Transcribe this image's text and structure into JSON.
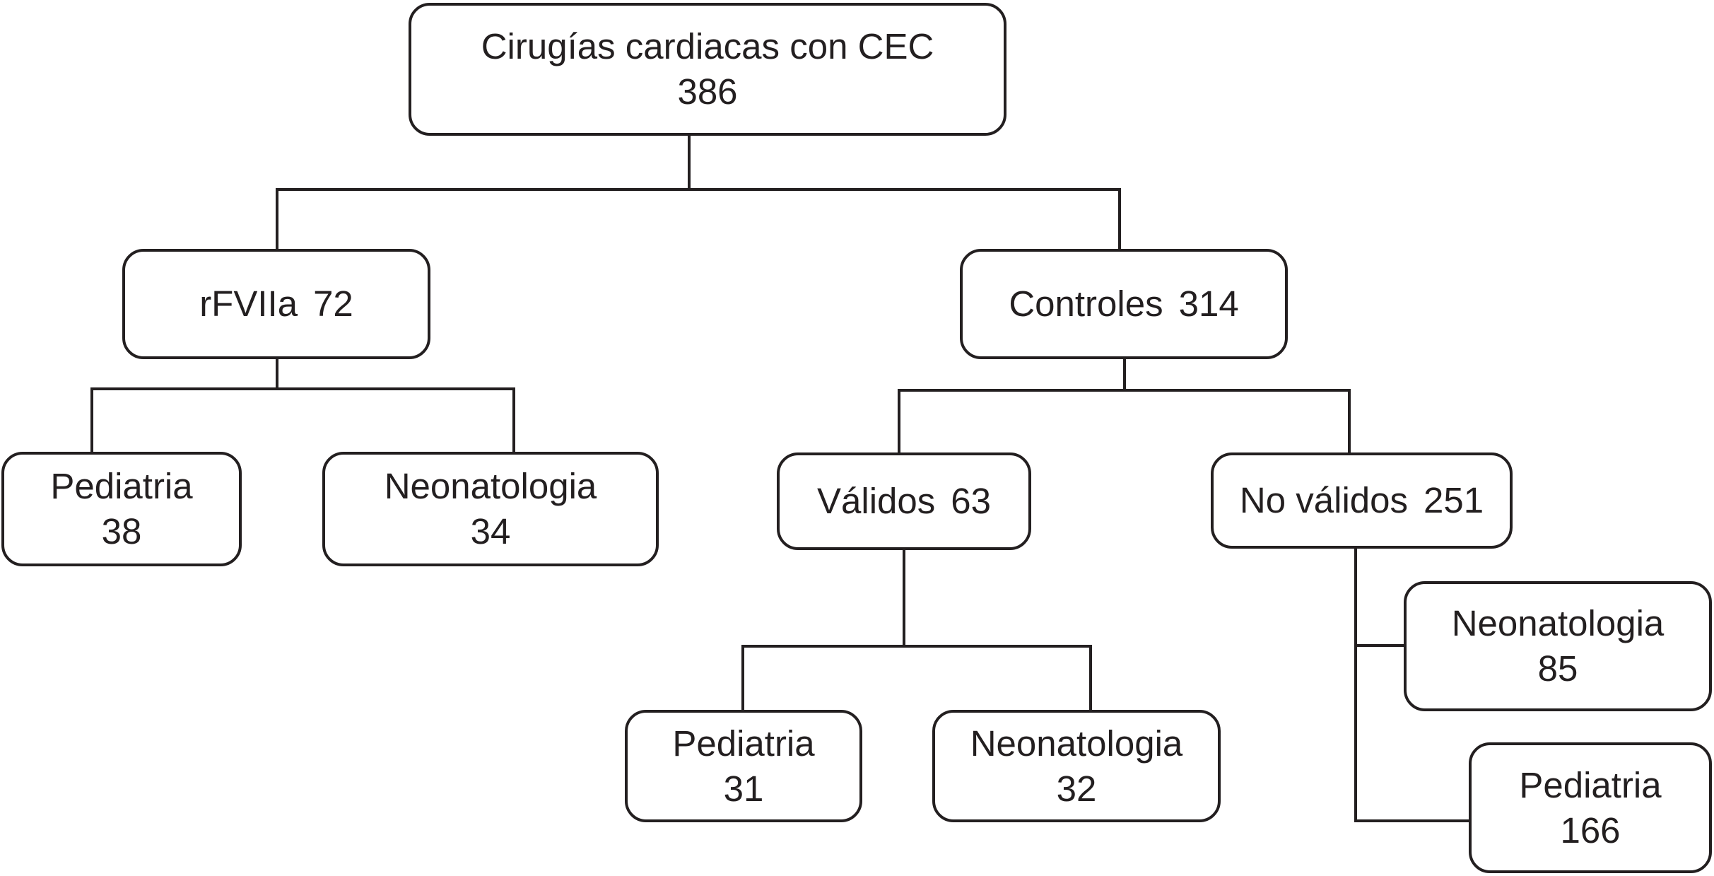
{
  "nodes": {
    "root": {
      "label": "Cirugías cardiacas con CEC",
      "count": "386"
    },
    "rfviia": {
      "label": "rFVIIa",
      "count": "72"
    },
    "controles": {
      "label": "Controles",
      "count": "314"
    },
    "rf_ped": {
      "label": "Pediatria",
      "count": "38"
    },
    "rf_neo": {
      "label": "Neonatologia",
      "count": "34"
    },
    "validos": {
      "label": "Válidos",
      "count": "63"
    },
    "novalidos": {
      "label": "No válidos",
      "count": "251"
    },
    "val_ped": {
      "label": "Pediatria",
      "count": "31"
    },
    "val_neo": {
      "label": "Neonatologia",
      "count": "32"
    },
    "nv_neo": {
      "label": "Neonatologia",
      "count": "85"
    },
    "nv_ped": {
      "label": "Pediatria",
      "count": "166"
    }
  }
}
